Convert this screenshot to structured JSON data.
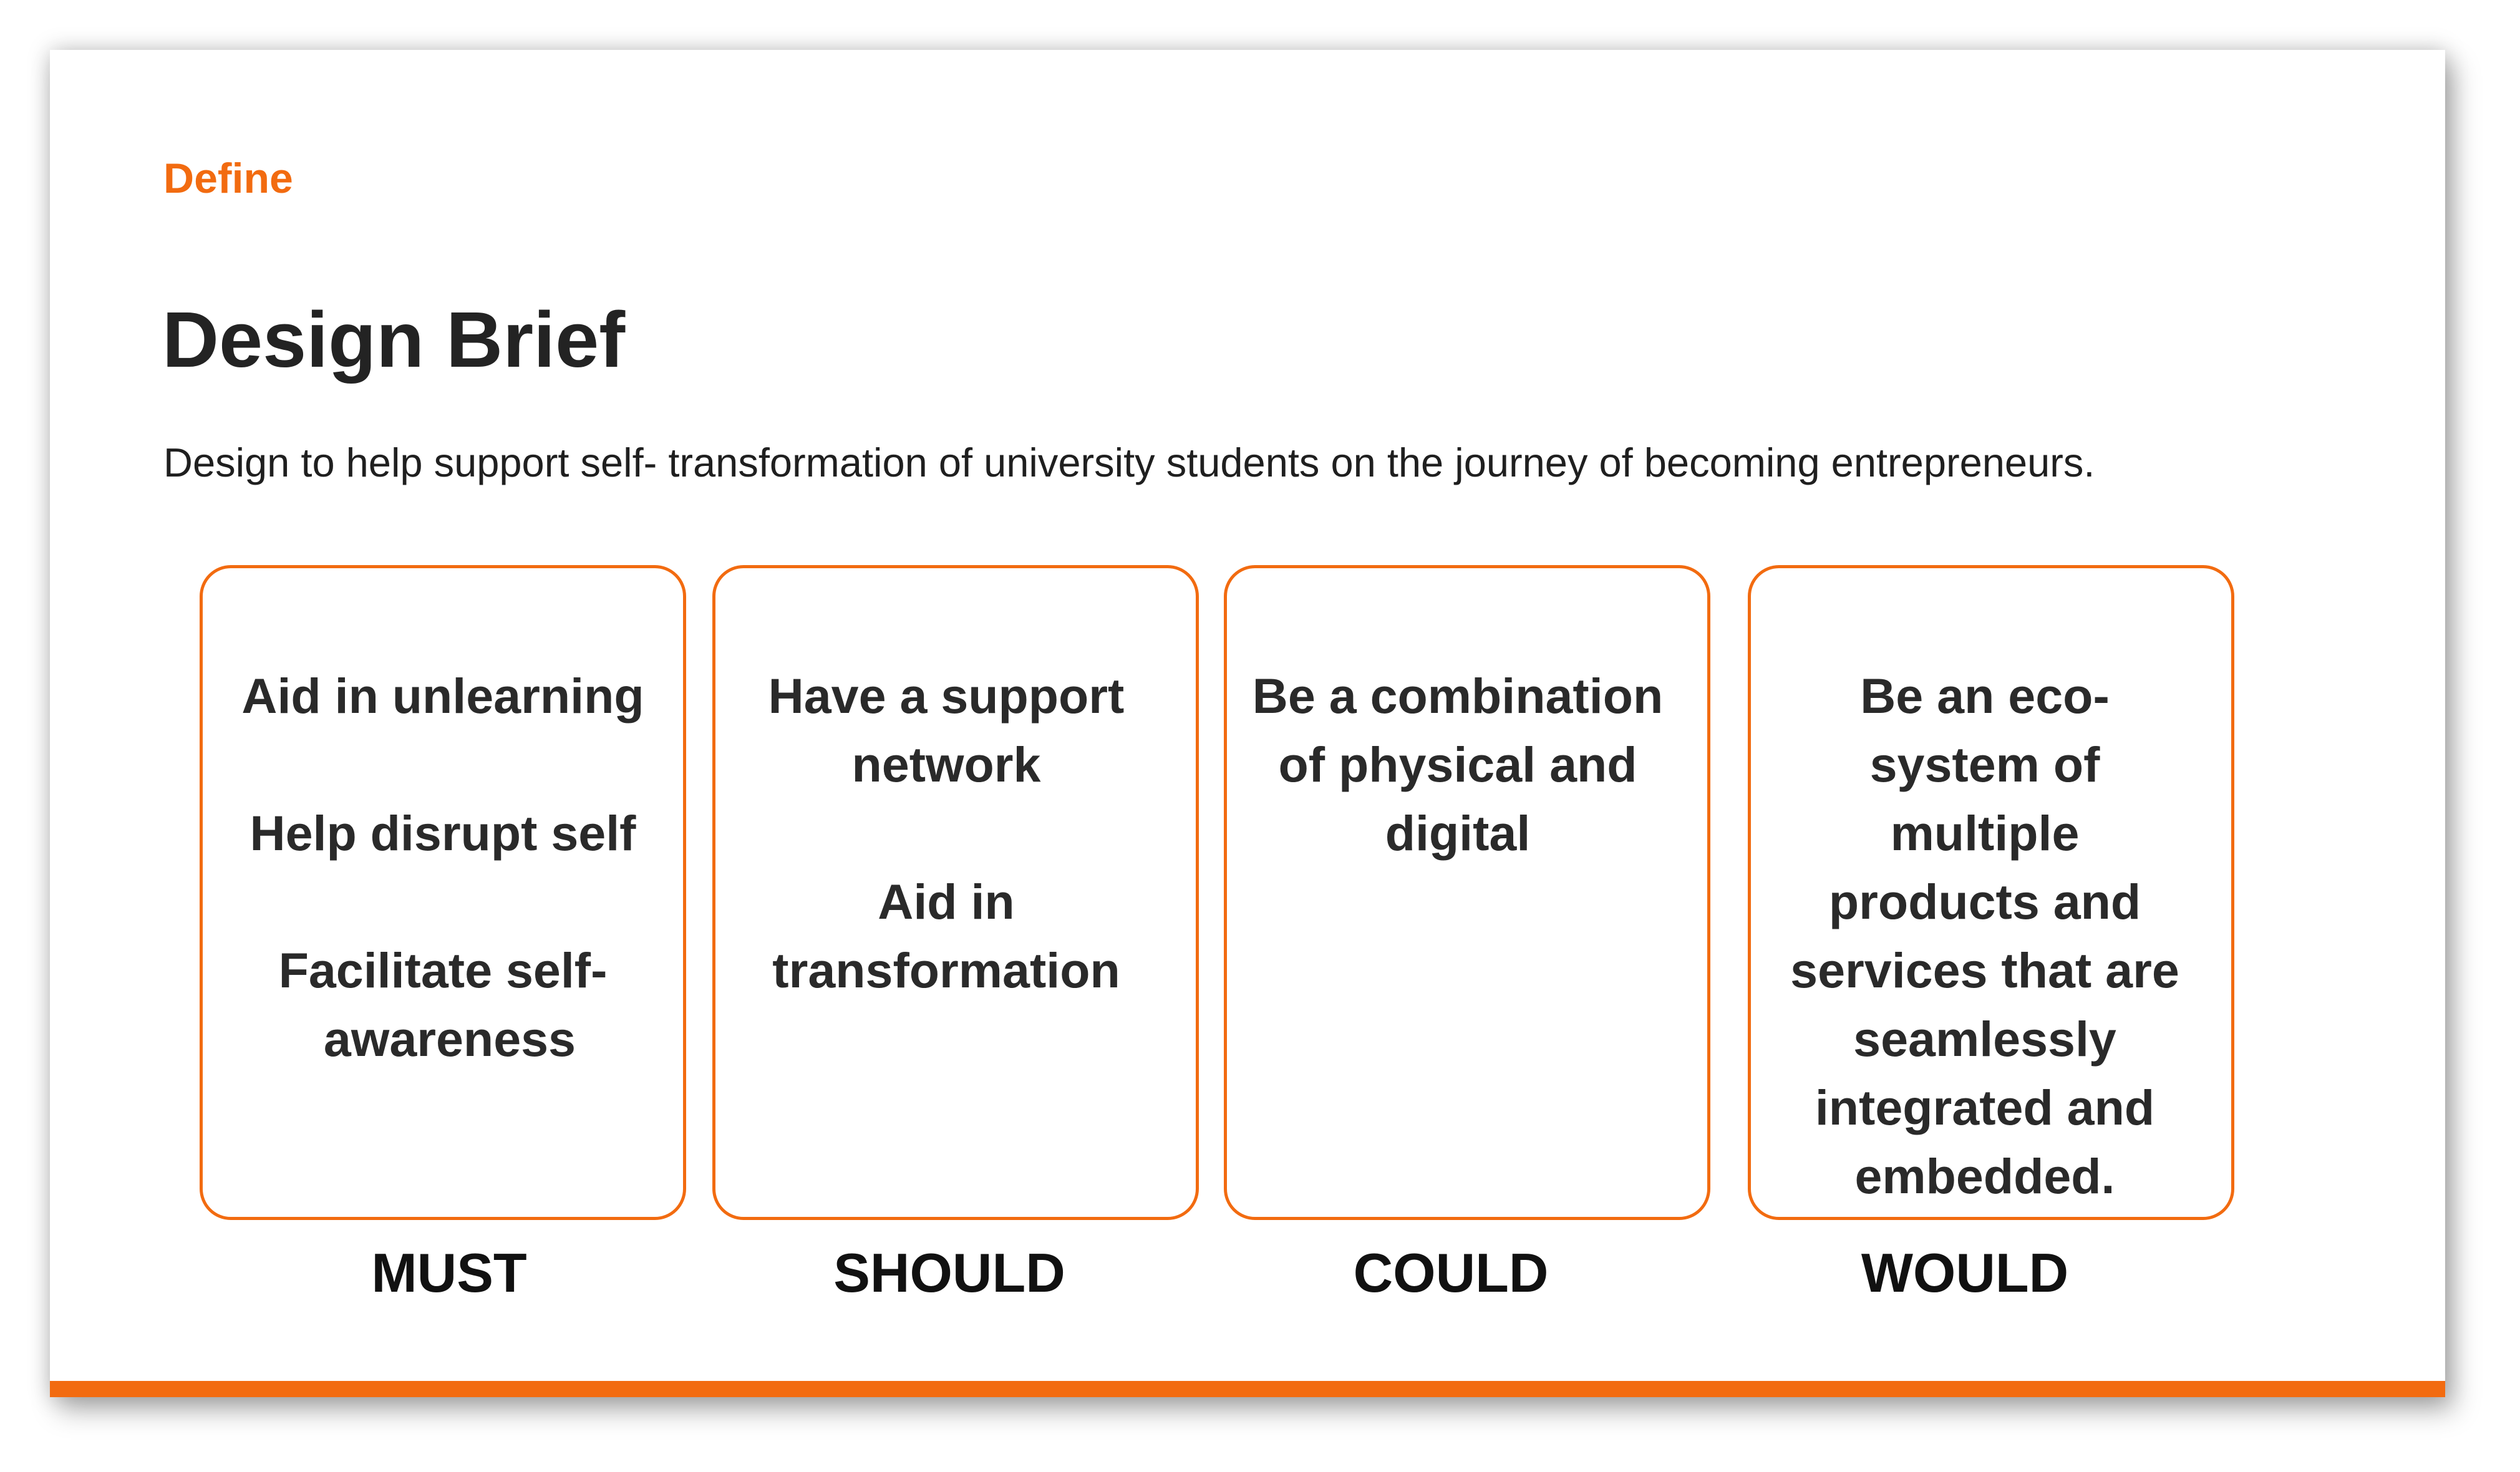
{
  "slide": {
    "section": "Define",
    "title": "Design Brief",
    "brief": "Design to help support self- transformation of university students on the journey of becoming entrepreneurs.",
    "accent_color": "#f26b10",
    "categories": [
      {
        "label": "MUST",
        "items": [
          "Aid in unlearning",
          "Help disrupt self",
          "Facilitate self- awareness"
        ]
      },
      {
        "label": "SHOULD",
        "items": [
          "Have a support network",
          "Aid in transformation"
        ]
      },
      {
        "label": "COULD",
        "items": [
          "Be a combination of physical and digital"
        ]
      },
      {
        "label": "WOULD",
        "items": [
          "Be an eco-system of multiple products and services that are seamlessly integrated and embedded."
        ]
      }
    ]
  }
}
